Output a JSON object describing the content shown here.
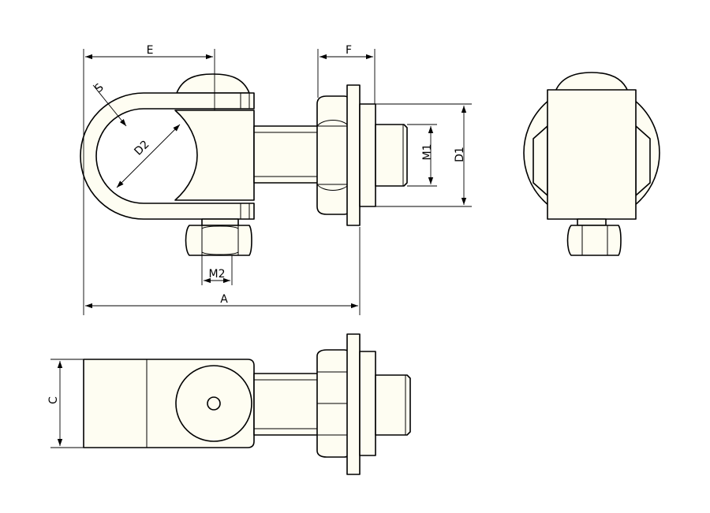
{
  "labels": {
    "A": "A",
    "C": "C",
    "E": "E",
    "F": "F",
    "S": "S",
    "D1": "D1",
    "D2": "D2",
    "M1": "M1",
    "M2": "M2"
  },
  "colors": {
    "part_fill": "#fefdf2",
    "line": "#000000"
  }
}
